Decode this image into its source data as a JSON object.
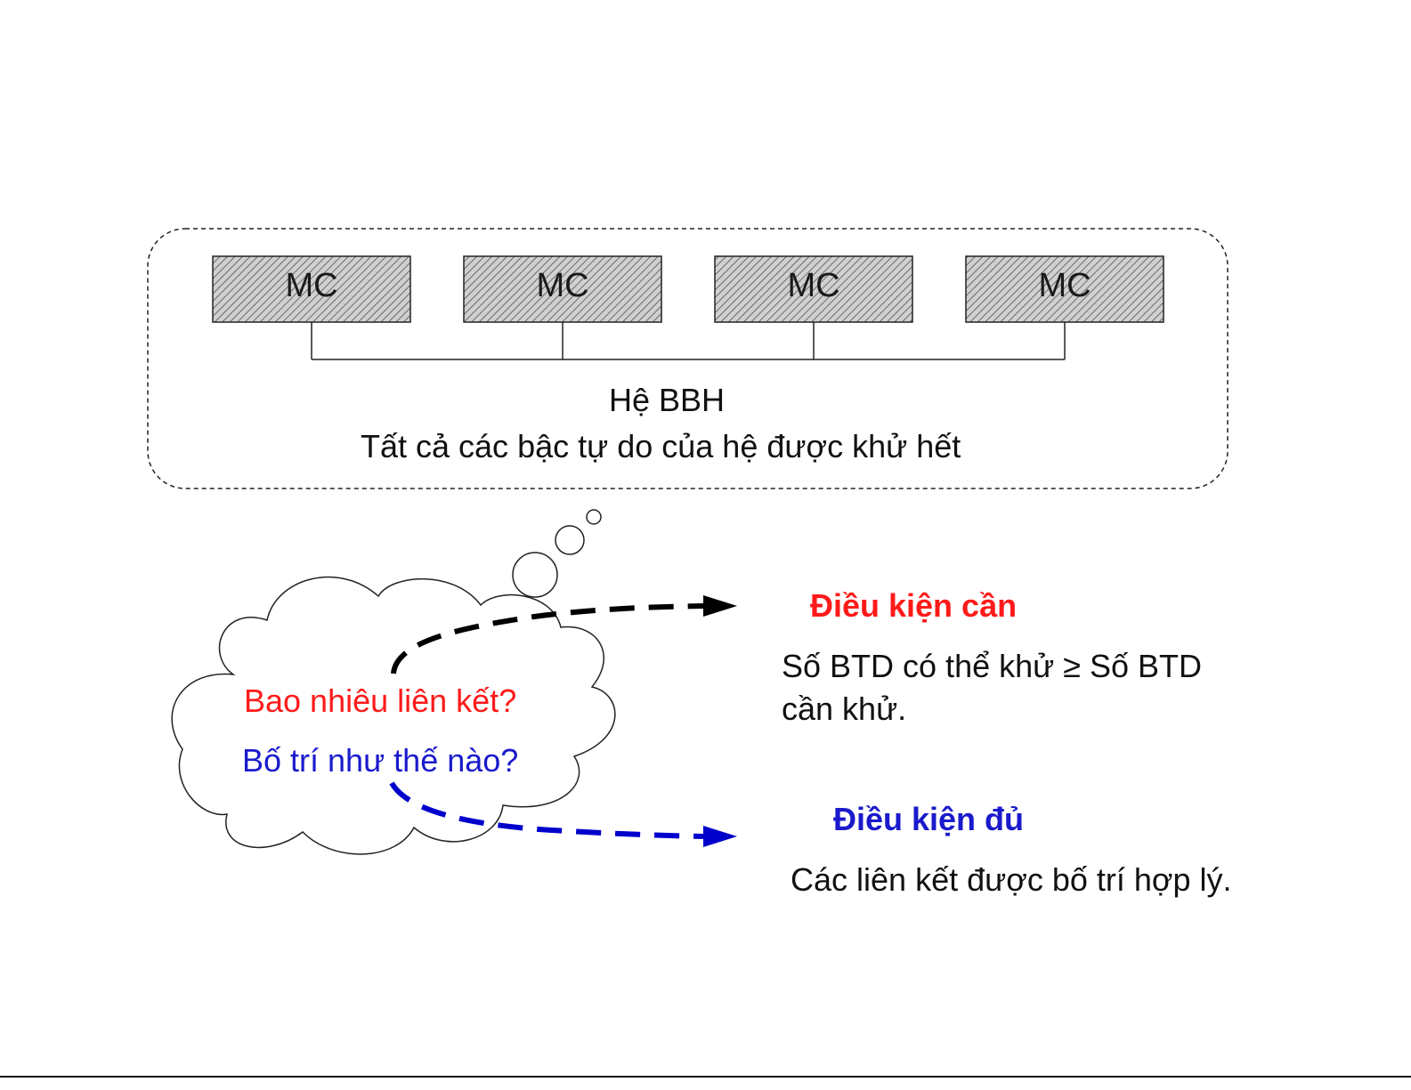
{
  "modules": [
    {
      "label": "MC"
    },
    {
      "label": "MC"
    },
    {
      "label": "MC"
    },
    {
      "label": "MC"
    }
  ],
  "system": {
    "title": "Hệ BBH",
    "subtitle": "Tất cả các bậc tự do của hệ được khử hết"
  },
  "thought": {
    "question1": "Bao nhiêu liên kết?",
    "question2": "Bố trí như thế nào?"
  },
  "necessary": {
    "title": "Điều kiện cần",
    "line1": "Số BTD có thể khử ≥ Số BTD",
    "line2": "cần khử."
  },
  "sufficient": {
    "title": "Điều kiện đủ",
    "line1": "Các liên kết được bố trí hợp lý."
  },
  "colors": {
    "necessary": "#ff1a1a",
    "sufficient": "#1a1acc",
    "arrow_necessary": "#000000",
    "arrow_sufficient": "#0000cc"
  }
}
